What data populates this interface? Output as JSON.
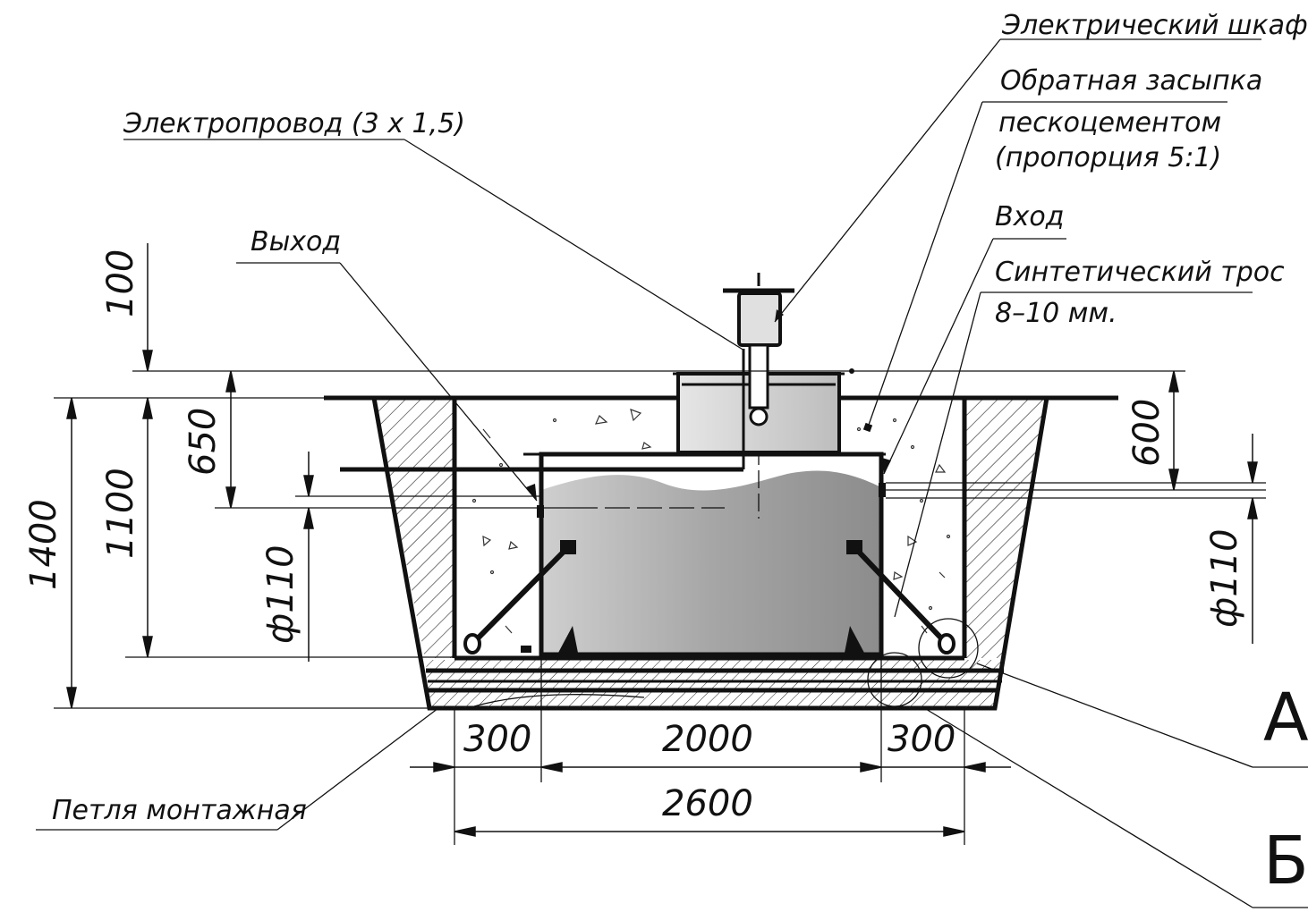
{
  "labels": {
    "cabinet": "Электрический шкаф",
    "backfill_1": "Обратная засыпка",
    "backfill_2": "пескоцементом",
    "backfill_3": "(пропорция 5:1)",
    "cable": "Электропровод (3 х 1,5)",
    "inlet": "Вход",
    "outlet": "Выход",
    "rope_1": "Синтетический трос",
    "rope_2": "8–10 мм.",
    "loop": "Петля монтажная"
  },
  "dimensions": {
    "d100": "100",
    "d650": "650",
    "d1100": "1100",
    "d1400": "1400",
    "d600": "600",
    "d110_left": "ф110",
    "d110_right": "ф110",
    "d300_left": "300",
    "d2000": "2000",
    "d300_right": "300",
    "d2600": "2600"
  },
  "callouts": {
    "a": "А",
    "b": "Б"
  }
}
